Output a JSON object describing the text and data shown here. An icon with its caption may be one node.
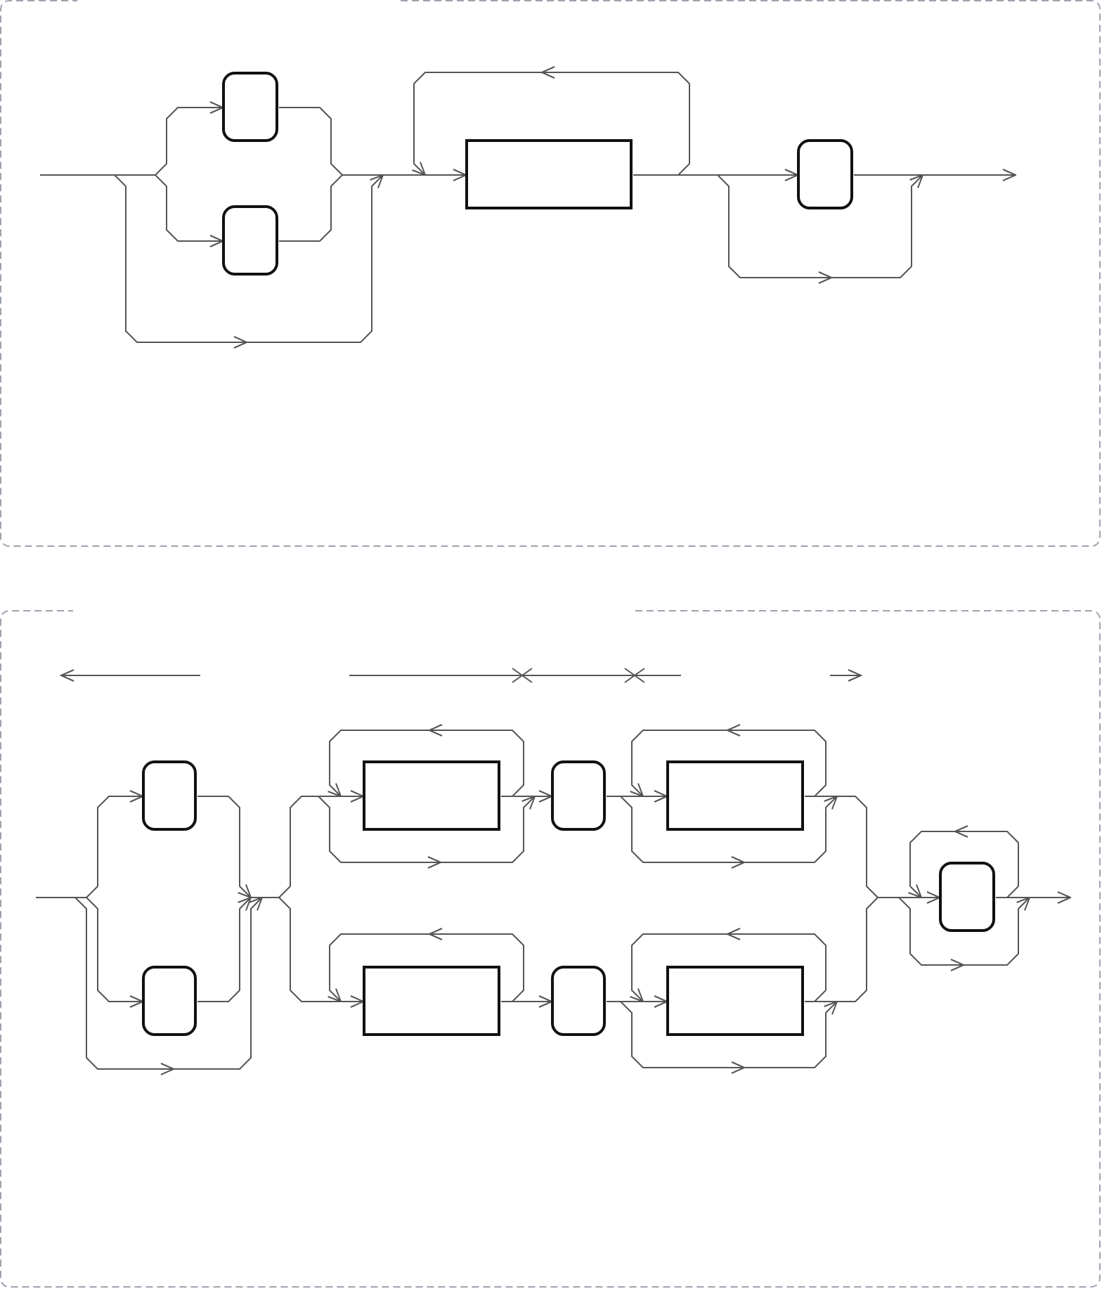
{
  "diagram": {
    "nodes": [
      {
        "text": [],
        "shape": "rounded"
      },
      {
        "text": [],
        "shape": "rounded"
      },
      {
        "text": [],
        "shape": "box"
      },
      {
        "text": [],
        "shape": "rounded"
      },
      {
        "text": [],
        "shape": "rounded"
      },
      {
        "text": [],
        "shape": "box"
      },
      {
        "text": [],
        "shape": "rounded"
      },
      {
        "text": [],
        "shape": "box"
      },
      {
        "text": [],
        "shape": "rounded"
      },
      {
        "text": [],
        "shape": "box"
      },
      {
        "text": [],
        "shape": "rounded"
      },
      {
        "text": [],
        "shape": "box"
      },
      {
        "text": [],
        "shape": "rounded"
      }
    ],
    "edges": [
      {
        "from": null,
        "to": 0,
        "arrow": "to"
      },
      {
        "from": null,
        "to": 1,
        "arrow": "to"
      },
      {
        "from": null,
        "to": 2,
        "arrow": "to"
      },
      {
        "from": 0,
        "to": 2,
        "arrow": "to"
      },
      {
        "from": 1,
        "to": 2,
        "arrow": "to"
      },
      {
        "from": 2,
        "to": 2,
        "arrow": "to"
      },
      {
        "from": 2,
        "to": 3,
        "arrow": "to"
      },
      {
        "from": 2,
        "to": null,
        "arrow": "to"
      },
      {
        "from": 3,
        "to": null,
        "arrow": "to"
      },
      {
        "from": null,
        "to": 4,
        "arrow": "to"
      },
      {
        "from": null,
        "to": 8,
        "arrow": "to"
      },
      {
        "from": null,
        "to": 5,
        "arrow": "to"
      },
      {
        "from": null,
        "to": 6,
        "arrow": "to"
      },
      {
        "from": null,
        "to": 9,
        "arrow": "to"
      },
      {
        "from": 4,
        "to": 5,
        "arrow": "to"
      },
      {
        "from": 4,
        "to": 6,
        "arrow": "to"
      },
      {
        "from": 4,
        "to": 9,
        "arrow": "to"
      },
      {
        "from": 8,
        "to": 5,
        "arrow": "to"
      },
      {
        "from": 8,
        "to": 6,
        "arrow": "to"
      },
      {
        "from": 8,
        "to": 9,
        "arrow": "to"
      },
      {
        "from": 5,
        "to": 5,
        "arrow": "to"
      },
      {
        "from": 5,
        "to": 6,
        "arrow": "to"
      },
      {
        "from": 6,
        "to": 7,
        "arrow": "to"
      },
      {
        "from": 6,
        "to": 12,
        "arrow": "to"
      },
      {
        "from": 6,
        "to": null,
        "arrow": "to"
      },
      {
        "from": 7,
        "to": 7,
        "arrow": "to"
      },
      {
        "from": 7,
        "to": 12,
        "arrow": "to"
      },
      {
        "from": 7,
        "to": null,
        "arrow": "to"
      },
      {
        "from": 9,
        "to": 9,
        "arrow": "to"
      },
      {
        "from": 9,
        "to": 10,
        "arrow": "to"
      },
      {
        "from": 10,
        "to": 11,
        "arrow": "to"
      },
      {
        "from": 10,
        "to": 12,
        "arrow": "to"
      },
      {
        "from": 10,
        "to": null,
        "arrow": "to"
      },
      {
        "from": 11,
        "to": 11,
        "arrow": "to"
      },
      {
        "from": 11,
        "to": 12,
        "arrow": "to"
      },
      {
        "from": 11,
        "to": null,
        "arrow": "to"
      },
      {
        "from": 12,
        "to": 12,
        "arrow": "to"
      },
      {
        "from": 12,
        "to": null,
        "arrow": "to"
      }
    ]
  }
}
